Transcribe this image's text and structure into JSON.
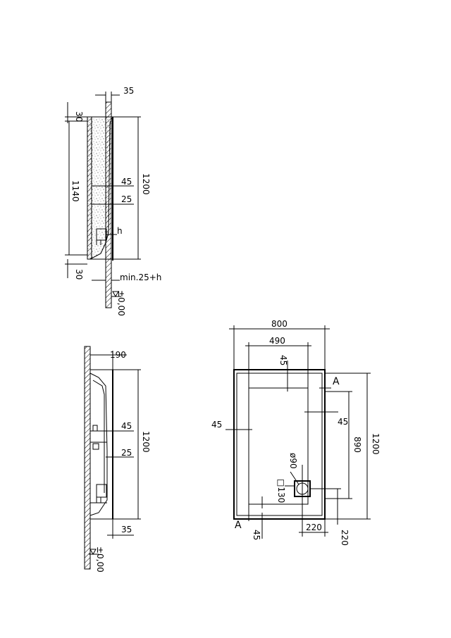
{
  "colors": {
    "line": "#000000",
    "background": "#ffffff"
  },
  "side_section_top": {
    "d_35": "35",
    "d_30_top": "30",
    "d_1140": "1140",
    "d_1200": "1200",
    "d_45": "45",
    "d_25": "25",
    "d_h": "h",
    "d_30_bottom": "30",
    "d_min": "min.25+h",
    "level": "±0,00"
  },
  "side_section_bottom": {
    "d_190": "190",
    "d_45": "45",
    "d_25": "25",
    "d_1200": "1200",
    "d_35": "35",
    "level": "±0,00"
  },
  "plan_view": {
    "d_800": "800",
    "d_490": "490",
    "d_45_top": "45",
    "d_45_left": "45",
    "d_45_right": "45",
    "d_890": "890",
    "d_1200": "1200",
    "d_phi90": "ø90",
    "d_130": "□130",
    "d_220_h": "220",
    "d_220_v": "220",
    "d_45_bottom": "45",
    "section_a_top": "A",
    "section_a_bottom": "A"
  }
}
